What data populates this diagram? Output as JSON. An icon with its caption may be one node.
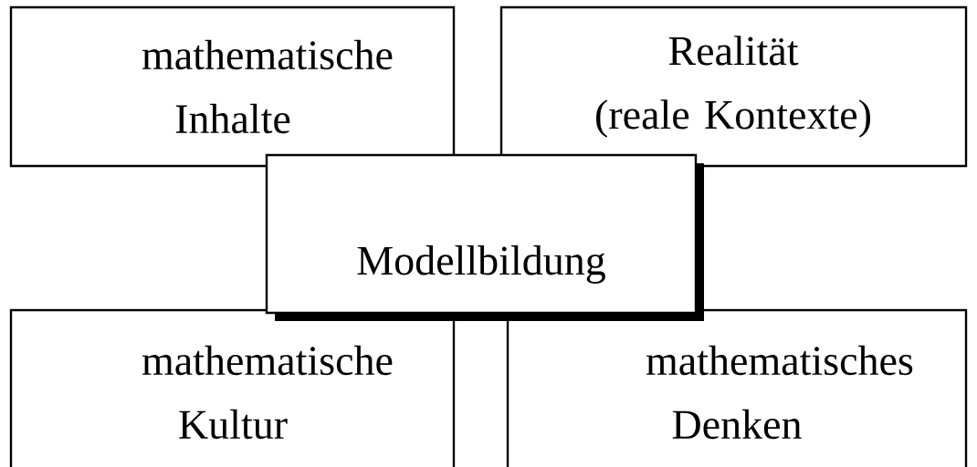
{
  "diagram": {
    "nodes": [
      {
        "text": [
          "mathematische Inhalte"
        ]
      },
      {
        "text": [
          "Realität (reale Kontexte)"
        ]
      },
      {
        "text": [
          "Modellbildung"
        ]
      },
      {
        "text": [
          "mathematische Kultur"
        ]
      },
      {
        "text": [
          "mathematisches Denken"
        ]
      }
    ]
  }
}
